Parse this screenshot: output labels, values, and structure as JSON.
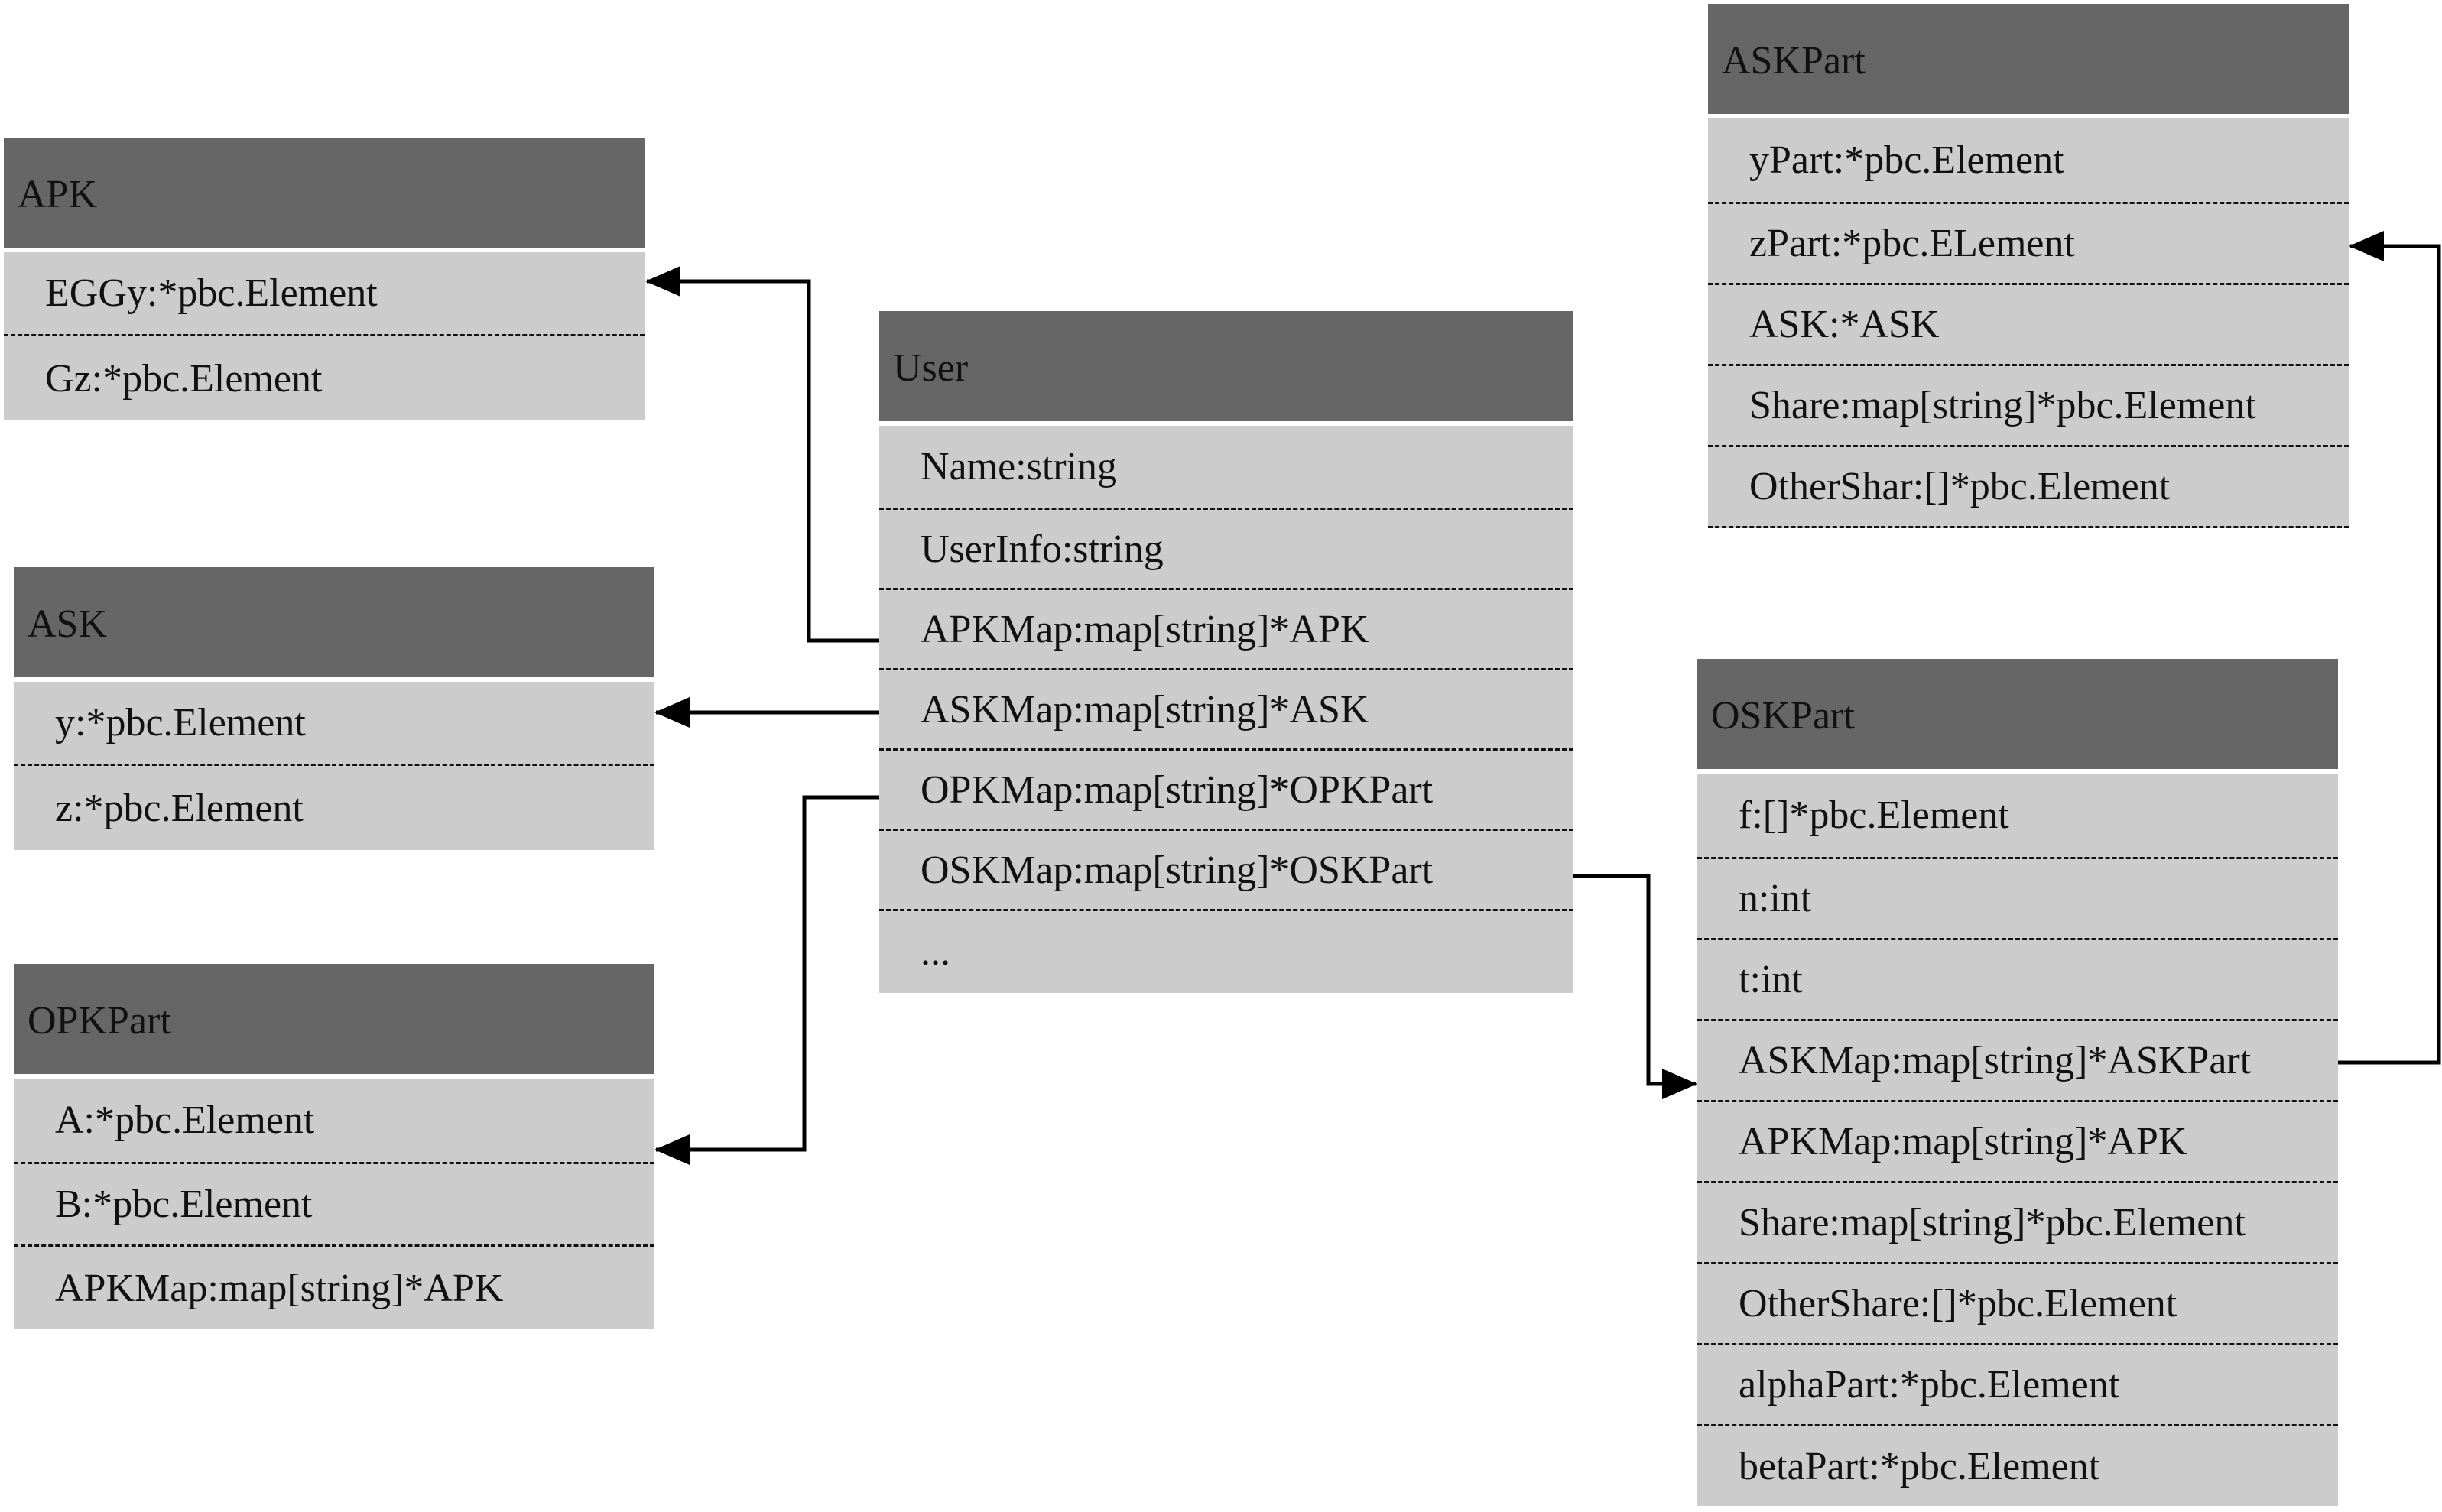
{
  "boxes": {
    "apk": {
      "title": "APK",
      "fields": [
        "EGGy:*pbc.Element",
        "Gz:*pbc.Element"
      ]
    },
    "ask": {
      "title": "ASK",
      "fields": [
        "y:*pbc.Element",
        "z:*pbc.Element"
      ]
    },
    "opkpart": {
      "title": "OPKPart",
      "fields": [
        "A:*pbc.Element",
        "B:*pbc.Element",
        "APKMap:map[string]*APK"
      ]
    },
    "user": {
      "title": "User",
      "fields": [
        "Name:string",
        "UserInfo:string",
        "APKMap:map[string]*APK",
        "ASKMap:map[string]*ASK",
        "OPKMap:map[string]*OPKPart",
        "OSKMap:map[string]*OSKPart",
        "..."
      ]
    },
    "askpart": {
      "title": "ASKPart",
      "fields": [
        "yPart:*pbc.Element",
        "zPart:*pbc.ELement",
        "ASK:*ASK",
        "Share:map[string]*pbc.Element",
        "OtherShar:[]*pbc.Element"
      ]
    },
    "oskpart": {
      "title": "OSKPart",
      "fields": [
        "f:[]*pbc.Element",
        "n:int",
        "t:int",
        "ASKMap:map[string]*ASKPart",
        "APKMap:map[string]*APK",
        "Share:map[string]*pbc.Element",
        "OtherShare:[]*pbc.Element",
        "alphaPart:*pbc.Element",
        "betaPart:*pbc.Element"
      ]
    }
  },
  "colors": {
    "header": "#666666",
    "body": "#cccccc",
    "line": "#000000"
  }
}
